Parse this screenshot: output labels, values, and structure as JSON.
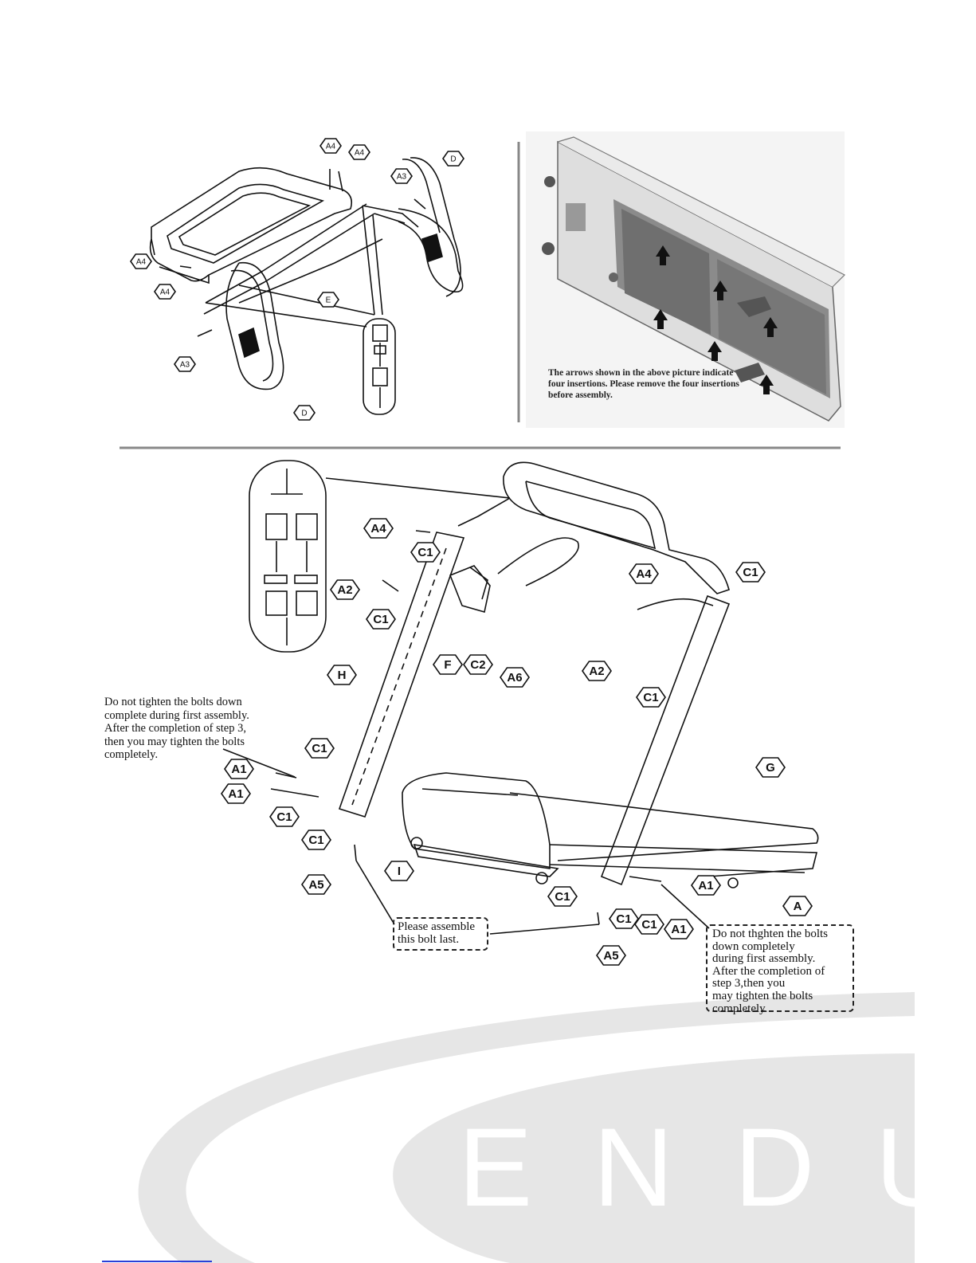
{
  "figure_top": {
    "callouts": [
      "A4",
      "A4",
      "A3",
      "D",
      "A4",
      "A4",
      "E",
      "A3",
      "D"
    ]
  },
  "photo": {
    "caption_lines": [
      "The arrows shown in the above picture indicate",
      "four insertions. Please remove the four insertions",
      "before assembly."
    ]
  },
  "figure_main": {
    "callouts": [
      "A4",
      "C1",
      "A2",
      "C1",
      "F",
      "C2",
      "A6",
      "A4",
      "C1",
      "A2",
      "C1",
      "H",
      "G",
      "A1",
      "C1",
      "A1",
      "C1",
      "C1",
      "I",
      "A5",
      "C1",
      "C1",
      "C1",
      "A1",
      "A1",
      "A5",
      "A"
    ],
    "note_left_lines": [
      "Do not tighten the bolts down",
      "complete during first assembly.",
      "After the completion of step 3,",
      "then you may tighten the bolts",
      "completely."
    ],
    "note_bolt_lines": [
      "Please assemble",
      "this bolt last."
    ],
    "note_right_lines": [
      "Do not thghten the bolts",
      "down completely",
      "during first assembly.",
      "After the completion of",
      "step 3,then you",
      "may tighten the bolts",
      "completely."
    ]
  },
  "brand": {
    "watermark_text": "ENDU"
  },
  "colors": {
    "watermark": "#e6e6e6",
    "divider": "#888888",
    "link": "#2a3fd8"
  }
}
